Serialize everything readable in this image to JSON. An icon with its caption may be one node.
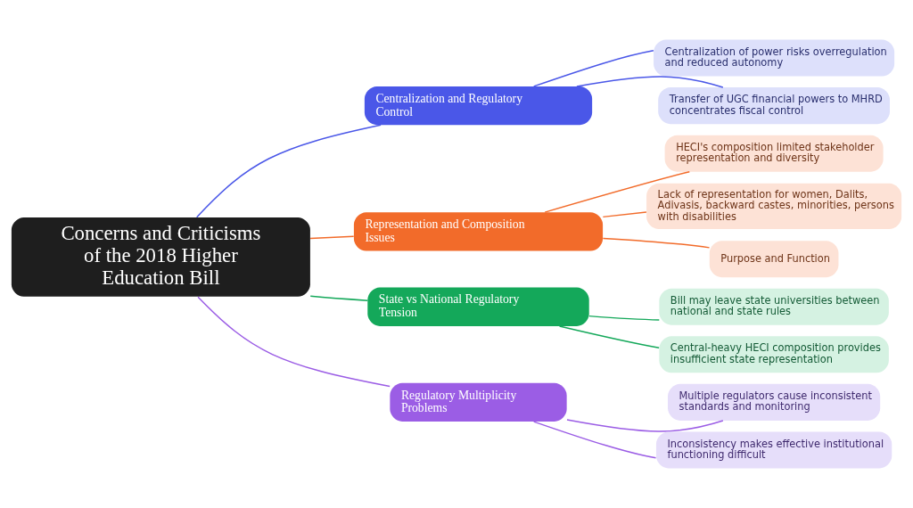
{
  "diagram": {
    "nodes": [
      {
        "text": [
          "Concerns and Criticisms of the 2018 Higher Education Bill"
        ]
      },
      {
        "text": [
          "Centralization and Regulatory Control"
        ]
      },
      {
        "text": [
          "Centralization of power risks overregulation and reduced autonomy"
        ]
      },
      {
        "text": [
          "Transfer of UGC financial powers to MHRD concentrates fiscal control"
        ]
      },
      {
        "text": [
          "Representation and Composition Issues"
        ]
      },
      {
        "text": [
          "HECI's composition limited stakeholder representation and diversity"
        ]
      },
      {
        "text": [
          "Lack of representation for women, Dalits, Adivasis, backward castes, minorities, persons with disabilities"
        ]
      },
      {
        "text": [
          "Purpose and Function"
        ]
      },
      {
        "text": [
          "State vs National Regulatory Tension"
        ]
      },
      {
        "text": [
          "Bill may leave state universities between national and state rules"
        ]
      },
      {
        "text": [
          "Central-heavy HECI composition provides insufficient state representation"
        ]
      },
      {
        "text": [
          "Regulatory Multiplicity Problems"
        ]
      },
      {
        "text": [
          "Multiple regulators cause inconsistent standards and monitoring"
        ]
      },
      {
        "text": [
          "Inconsistency makes effective institutional functioning difficult"
        ]
      }
    ],
    "edges": [
      {
        "from": 0,
        "to": 1,
        "arrow": "none",
        "color": "#4a57e8"
      },
      {
        "from": 1,
        "to": 2,
        "arrow": "none",
        "color": "#4a57e8"
      },
      {
        "from": 1,
        "to": 3,
        "arrow": "none",
        "color": "#4a57e8"
      },
      {
        "from": 0,
        "to": 4,
        "arrow": "none",
        "color": "#f26b2a"
      },
      {
        "from": 4,
        "to": 5,
        "arrow": "none",
        "color": "#f26b2a"
      },
      {
        "from": 4,
        "to": 6,
        "arrow": "none",
        "color": "#f26b2a"
      },
      {
        "from": 4,
        "to": 7,
        "arrow": "none",
        "color": "#f26b2a"
      },
      {
        "from": 0,
        "to": 8,
        "arrow": "none",
        "color": "#14a85a"
      },
      {
        "from": 8,
        "to": 9,
        "arrow": "none",
        "color": "#14a85a"
      },
      {
        "from": 8,
        "to": 10,
        "arrow": "none",
        "color": "#14a85a"
      },
      {
        "from": 0,
        "to": 11,
        "arrow": "none",
        "color": "#9b5de5"
      },
      {
        "from": 11,
        "to": 12,
        "arrow": "none",
        "color": "#9b5de5"
      },
      {
        "from": 11,
        "to": 13,
        "arrow": "none",
        "color": "#9b5de5"
      }
    ]
  }
}
